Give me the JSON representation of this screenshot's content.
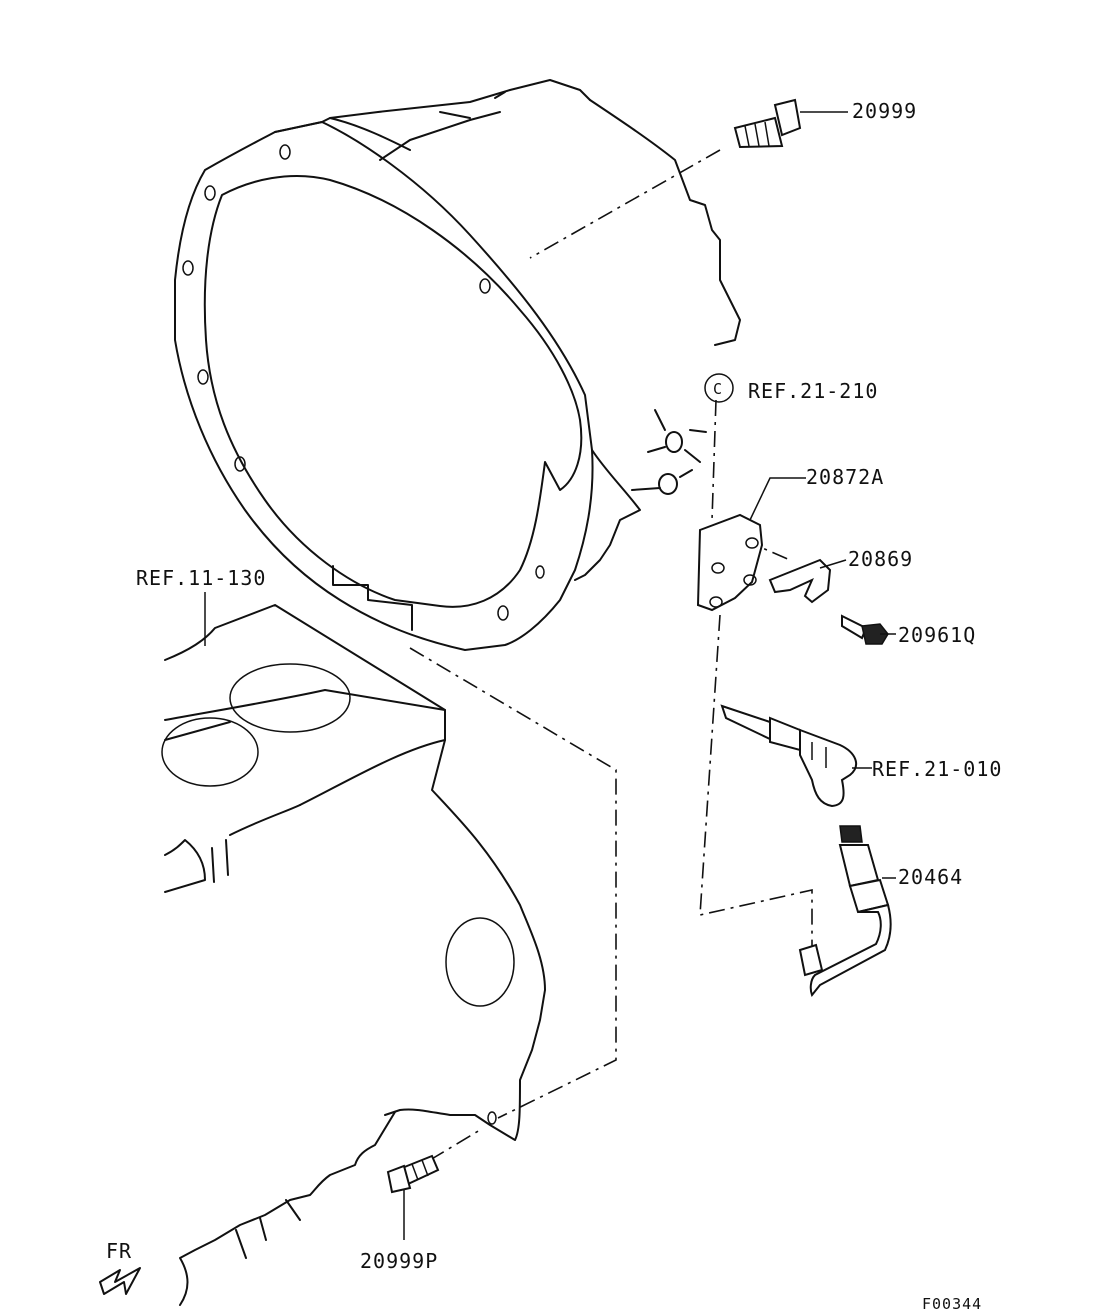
{
  "labels": {
    "bolt_top": "20999",
    "ref_sensor": "REF.21-210",
    "callout_letter": "C",
    "bracket": "20872A",
    "clip": "20869",
    "small_bolt": "20961Q",
    "ref_cylinder": "REF.21-010",
    "damper": "20464",
    "ref_engine": "REF.11-130",
    "bolt_bottom": "20999P",
    "direction": "FR",
    "figure_code": "F00344"
  }
}
